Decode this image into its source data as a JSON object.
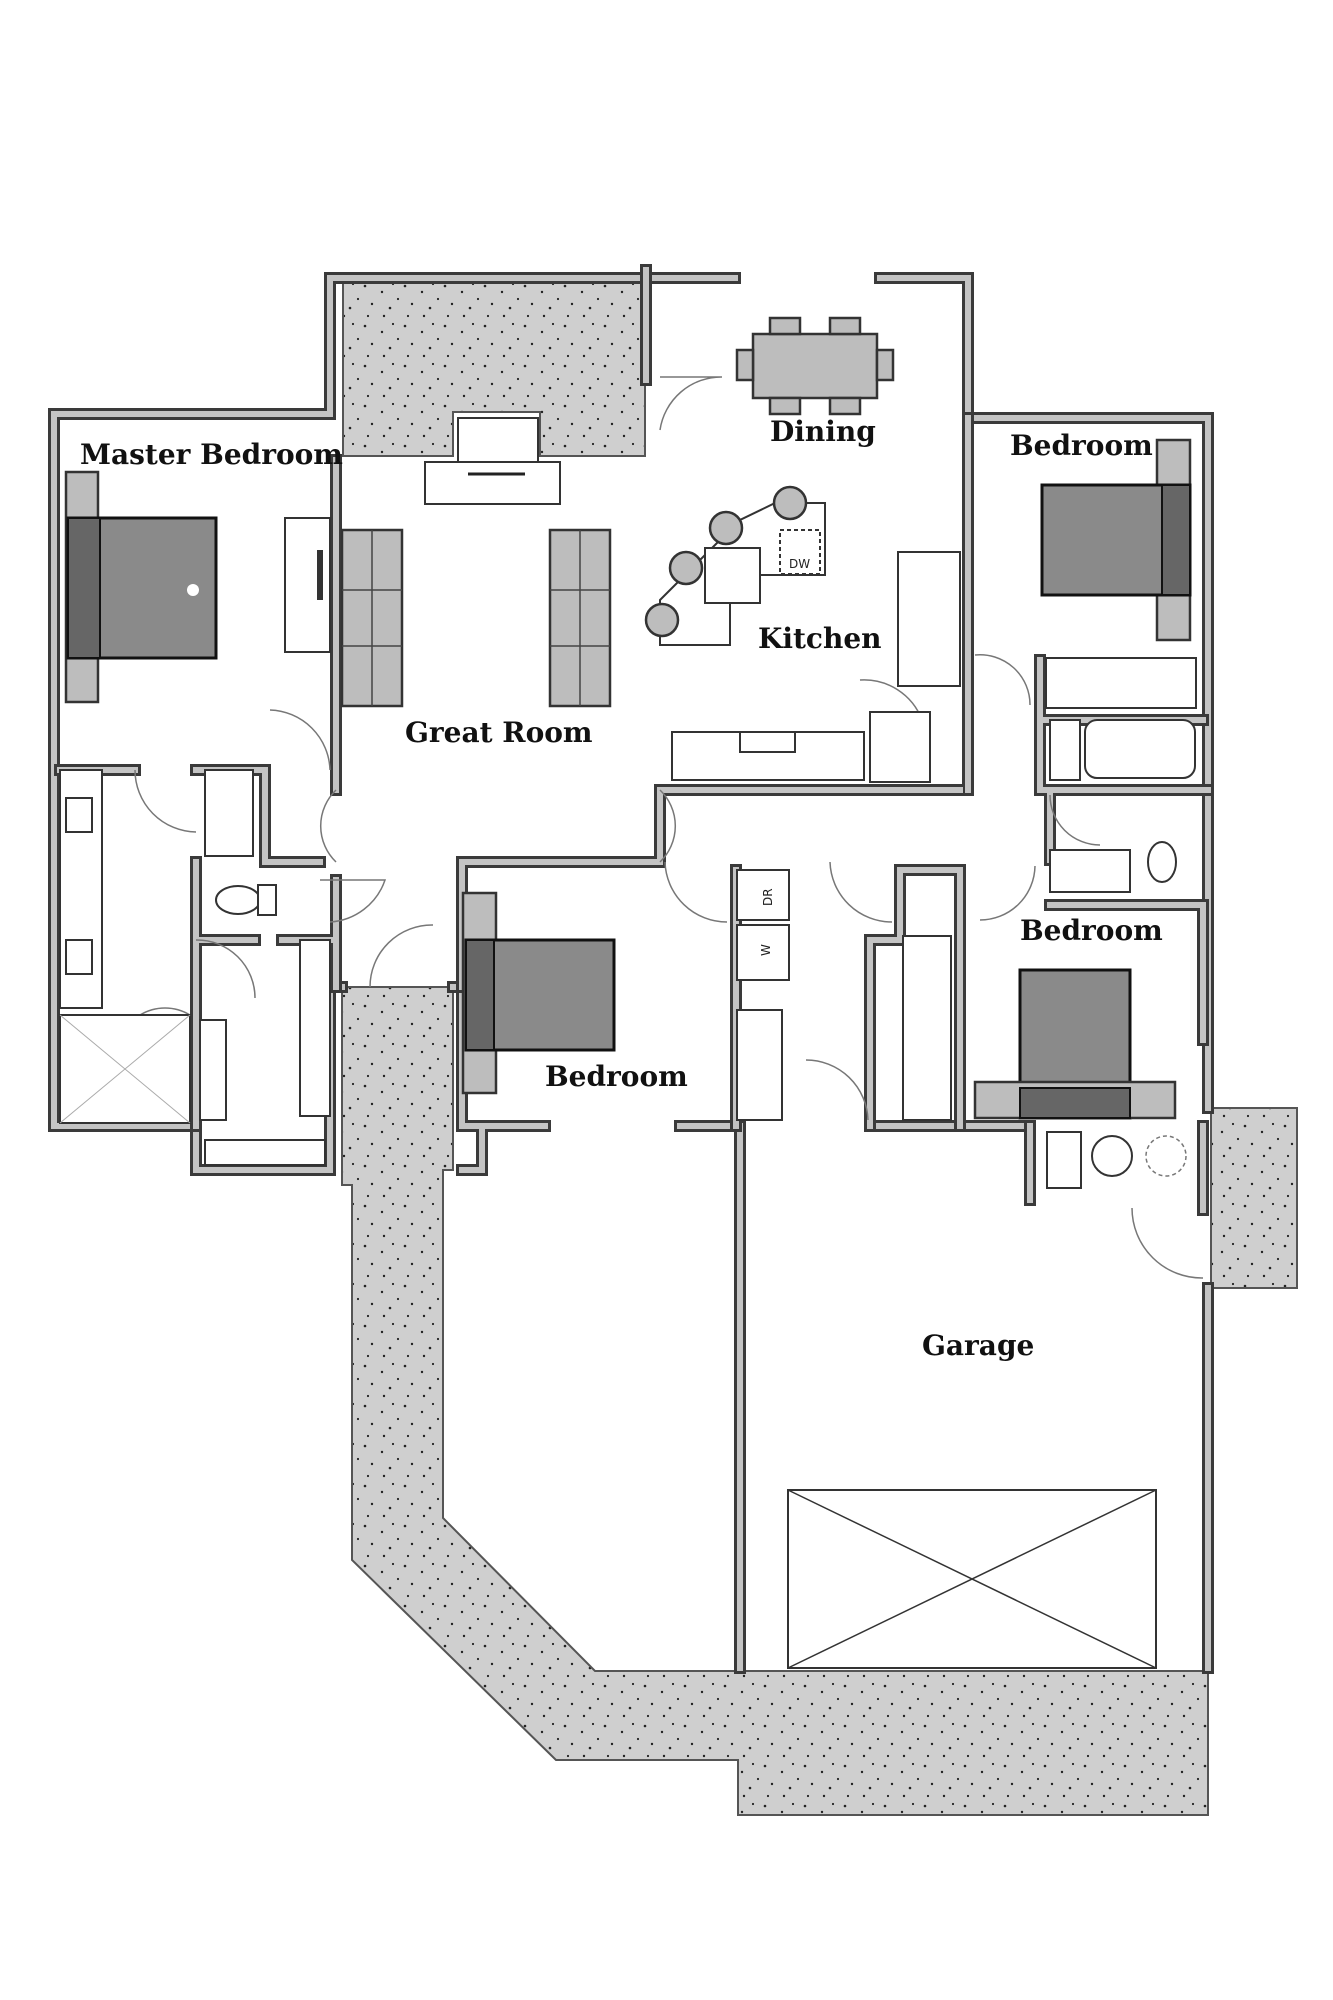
{
  "rooms": {
    "master_bedroom": "Master Bedroom",
    "dining": "Dining",
    "bedroom_ne": "Bedroom",
    "kitchen": "Kitchen",
    "great_room": "Great Room",
    "bedroom_e": "Bedroom",
    "bedroom_s": "Bedroom",
    "garage": "Garage"
  },
  "appliances": {
    "dishwasher": "DW",
    "dryer": "DR",
    "washer": "W"
  },
  "colors": {
    "wall": "#c4c4c4",
    "wall_outline": "#3a3a3a",
    "furniture": "#bdbdbd",
    "bed": "#8a8a8a",
    "patio": "#cfcfcf"
  }
}
